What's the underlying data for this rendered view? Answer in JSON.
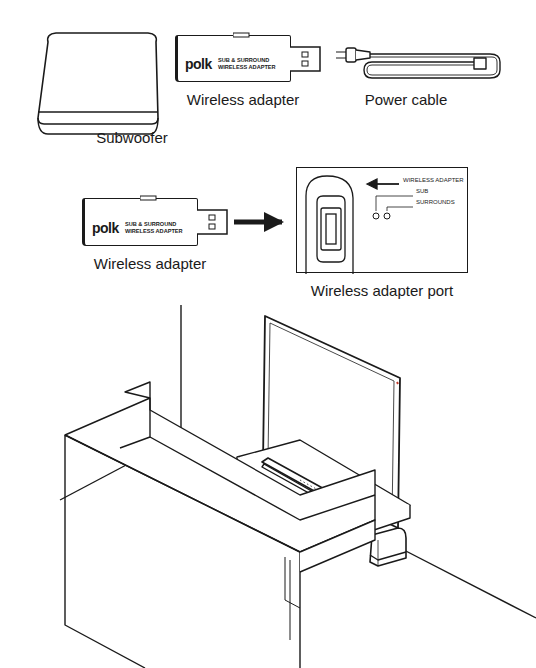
{
  "diagram": {
    "nodes": [
      {
        "text": [
          "polk",
          "SUB & SURROUND WIRELESS ADAPTER"
        ]
      },
      {
        "text": [
          "polk",
          "SUB & SURROUND WIRELESS ADAPTER"
        ]
      },
      {
        "text": [
          "WIRELESS ADAPTER",
          "SUB",
          "SURROUNDS"
        ]
      }
    ],
    "edges": [
      {
        "from": 1,
        "to": 2,
        "arrow": "to"
      }
    ],
    "labels": [
      "Subwoofer",
      "Wireless adapter",
      "Power cable",
      "Wireless adapter",
      "Wireless adapter port"
    ]
  }
}
